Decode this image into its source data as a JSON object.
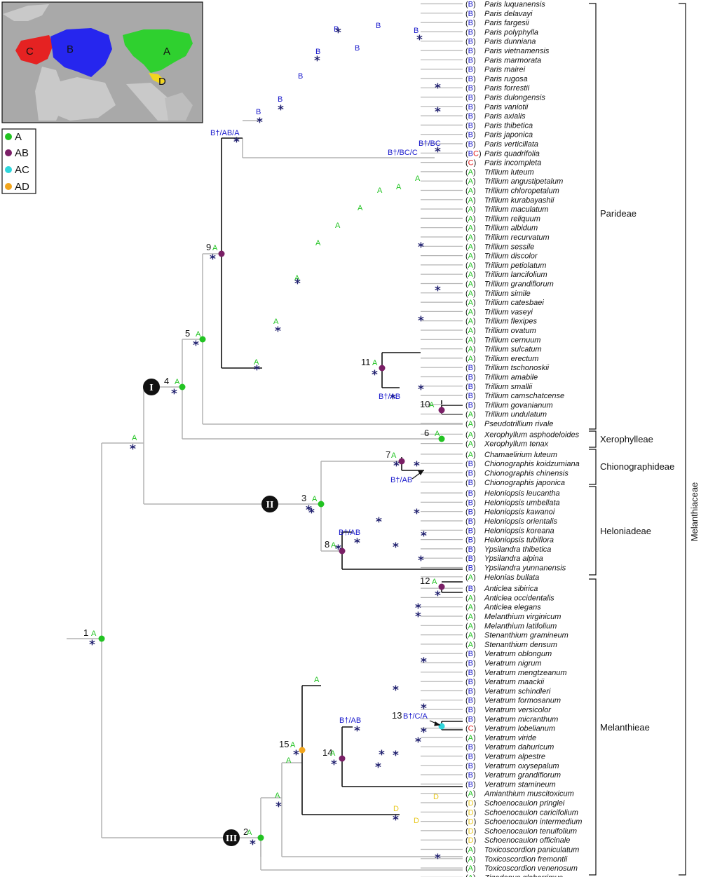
{
  "colors": {
    "A": "#22c322",
    "B": "#1a1acc",
    "C": "#e02020",
    "D": "#e8c81e",
    "AB": "#7a1f66",
    "AC": "#2fd6dc",
    "AD": "#f2a51c",
    "branch": "#b4b4b4",
    "branch_dark": "#111111"
  },
  "legend": [
    {
      "code": "A",
      "label": "A"
    },
    {
      "code": "AB",
      "label": "AB"
    },
    {
      "code": "AC",
      "label": "AC"
    },
    {
      "code": "AD",
      "label": "AD"
    }
  ],
  "map": {
    "areas": [
      "A",
      "B",
      "C",
      "D"
    ]
  },
  "clades": [
    "I",
    "II",
    "III"
  ],
  "tribes": [
    "Parideae",
    "Xerophylleae",
    "Chionographideae",
    "Heloniadeae",
    "Melanthieae"
  ],
  "family": "Melanthiaceae",
  "node_numbers": [
    "1",
    "2",
    "3",
    "4",
    "5",
    "6",
    "7",
    "8",
    "9",
    "10",
    "11",
    "12",
    "13",
    "14",
    "15"
  ],
  "special_labels": [
    "B†/AB/A",
    "B†/BC/C",
    "B†/BC",
    "B†/AB",
    "B†/C/A"
  ],
  "tips": [
    {
      "n": "Paris luquanensis",
      "a": "B"
    },
    {
      "n": "Paris delavayi",
      "a": "B"
    },
    {
      "n": "Paris fargesii",
      "a": "B"
    },
    {
      "n": "Paris polyphylla",
      "a": "B"
    },
    {
      "n": "Paris dunniana",
      "a": "B"
    },
    {
      "n": "Paris vietnamensis",
      "a": "B"
    },
    {
      "n": "Paris marmorata",
      "a": "B"
    },
    {
      "n": "Paris mairei",
      "a": "B"
    },
    {
      "n": "Paris rugosa",
      "a": "B"
    },
    {
      "n": "Paris forrestii",
      "a": "B"
    },
    {
      "n": "Paris dulongensis",
      "a": "B"
    },
    {
      "n": "Paris vaniotii",
      "a": "B"
    },
    {
      "n": "Paris axialis",
      "a": "B"
    },
    {
      "n": "Paris thibetica",
      "a": "B"
    },
    {
      "n": "Paris japonica",
      "a": "B"
    },
    {
      "n": "Paris verticillata",
      "a": "B"
    },
    {
      "n": "Paris quadrifolia",
      "a": "BC"
    },
    {
      "n": "Paris incompleta",
      "a": "C"
    },
    {
      "n": "Trillium luteum",
      "a": "A"
    },
    {
      "n": "Trillium angustipetalum",
      "a": "A"
    },
    {
      "n": "Trillium chloropetalum",
      "a": "A"
    },
    {
      "n": "Trillium kurabayashii",
      "a": "A"
    },
    {
      "n": "Trillium maculatum",
      "a": "A"
    },
    {
      "n": "Trillium reliquum",
      "a": "A"
    },
    {
      "n": "Trillium albidum",
      "a": "A"
    },
    {
      "n": "Trillium recurvatum",
      "a": "A"
    },
    {
      "n": "Trillium sessile",
      "a": "A"
    },
    {
      "n": "Trillium discolor",
      "a": "A"
    },
    {
      "n": "Trillium petiolatum",
      "a": "A"
    },
    {
      "n": "Trillium lancifolium",
      "a": "A"
    },
    {
      "n": "Trillium grandiflorum",
      "a": "A"
    },
    {
      "n": "Trillium simile",
      "a": "A"
    },
    {
      "n": "Trillium catesbaei",
      "a": "A"
    },
    {
      "n": "Trillium vaseyi",
      "a": "A"
    },
    {
      "n": "Trillium flexipes",
      "a": "A"
    },
    {
      "n": "Trillium ovatum",
      "a": "A"
    },
    {
      "n": "Trillium cernuum",
      "a": "A"
    },
    {
      "n": "Trillium sulcatum",
      "a": "A"
    },
    {
      "n": "Trillium erectum",
      "a": "A"
    },
    {
      "n": "Trillium tschonoskii",
      "a": "B"
    },
    {
      "n": "Trillium amabile",
      "a": "B"
    },
    {
      "n": "Trillium smallii",
      "a": "B"
    },
    {
      "n": "Trillium camschatcense",
      "a": "B"
    },
    {
      "n": "Trillium govanianum",
      "a": "B"
    },
    {
      "n": "Trillium undulatum",
      "a": "A"
    },
    {
      "n": "Pseudotrillium rivale",
      "a": "A"
    },
    {
      "n": "Xerophyllum asphodeloides",
      "a": "A"
    },
    {
      "n": "Xerophyllum tenax",
      "a": "A"
    },
    {
      "n": "Chamaelirium luteum",
      "a": "A"
    },
    {
      "n": "Chionographis koidzumiana",
      "a": "B"
    },
    {
      "n": "Chionographis chinensis",
      "a": "B"
    },
    {
      "n": "Chionographis japonica",
      "a": "B"
    },
    {
      "n": "Heloniopsis leucantha",
      "a": "B"
    },
    {
      "n": "Heloniopsis umbellata",
      "a": "B"
    },
    {
      "n": "Heloniopsis kawanoi",
      "a": "B"
    },
    {
      "n": "Heloniopsis orientalis",
      "a": "B"
    },
    {
      "n": "Heloniopsis koreana",
      "a": "B"
    },
    {
      "n": "Heloniopsis tubiflora",
      "a": "B"
    },
    {
      "n": "Ypsilandra thibetica",
      "a": "B"
    },
    {
      "n": "Ypsilandra alpina",
      "a": "B"
    },
    {
      "n": "Ypsilandra yunnanensis",
      "a": "B"
    },
    {
      "n": "Helonias bullata",
      "a": "A"
    },
    {
      "n": "Anticlea sibirica",
      "a": "B"
    },
    {
      "n": "Anticlea occidentalis",
      "a": "A"
    },
    {
      "n": "Anticlea elegans",
      "a": "A"
    },
    {
      "n": "Melanthium virginicum",
      "a": "A"
    },
    {
      "n": "Melanthium latifolium",
      "a": "A"
    },
    {
      "n": "Stenanthium gramineum",
      "a": "A"
    },
    {
      "n": "Stenanthium densum",
      "a": "A"
    },
    {
      "n": "Veratrum oblongum",
      "a": "B"
    },
    {
      "n": "Veratrum nigrum",
      "a": "B"
    },
    {
      "n": "Veratrum mengtzeanum",
      "a": "B"
    },
    {
      "n": "Veratrum maackii",
      "a": "B"
    },
    {
      "n": "Veratrum schindleri",
      "a": "B"
    },
    {
      "n": "Veratrum formosanum",
      "a": "B"
    },
    {
      "n": "Veratrum versicolor",
      "a": "B"
    },
    {
      "n": "Veratrum micranthum",
      "a": "B"
    },
    {
      "n": "Veratrum lobelianum",
      "a": "C"
    },
    {
      "n": "Veratrum viride",
      "a": "A"
    },
    {
      "n": "Veratrum dahuricum",
      "a": "B"
    },
    {
      "n": "Veratrum alpestre",
      "a": "B"
    },
    {
      "n": "Veratrum oxysepalum",
      "a": "B"
    },
    {
      "n": "Veratrum grandiflorum",
      "a": "B"
    },
    {
      "n": "Veratrum stamineum",
      "a": "B"
    },
    {
      "n": "Amianthium muscitoxicum",
      "a": "A"
    },
    {
      "n": "Schoenocaulon pringlei",
      "a": "D"
    },
    {
      "n": "Schoenocaulon caricifolium",
      "a": "D"
    },
    {
      "n": "Schoenocaulon intermedium",
      "a": "D"
    },
    {
      "n": "Schoenocaulon tenuifolium",
      "a": "D"
    },
    {
      "n": "Schoenocaulon officinale",
      "a": "D"
    },
    {
      "n": "Toxicoscordion paniculatum",
      "a": "A"
    },
    {
      "n": "Toxicoscordion fremontii",
      "a": "A"
    },
    {
      "n": "Toxicoscordion venenosum",
      "a": "A"
    },
    {
      "n": "Zigadenus glaberrimus",
      "a": "A"
    }
  ]
}
